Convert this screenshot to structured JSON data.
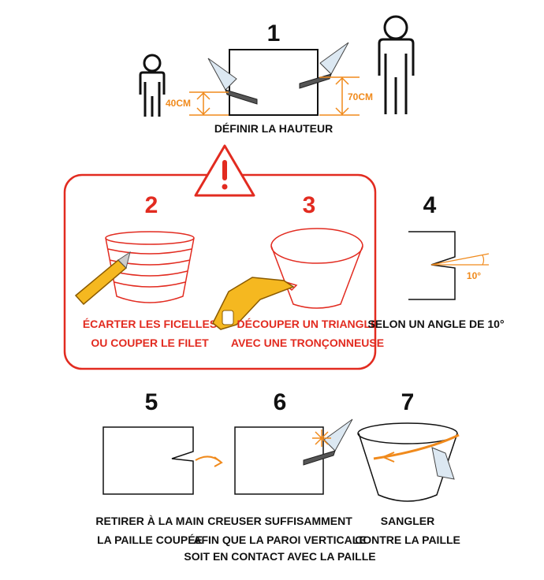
{
  "steps": {
    "s1": {
      "number": "1",
      "caption": "DÉFINIR LA HAUTEUR",
      "dim_child": "40CM",
      "dim_adult": "70CM"
    },
    "s2": {
      "number": "2",
      "caption_line1": "ÉCARTER LES FICELLES",
      "caption_line2": "OU COUPER LE FILET"
    },
    "s3": {
      "number": "3",
      "caption_line1": "DÉCOUPER UN TRIANGLE",
      "caption_line2": "AVEC UNE TRONÇONNEUSE"
    },
    "s4": {
      "number": "4",
      "caption": "SELON UN ANGLE DE 10°",
      "angle_label": "10°"
    },
    "s5": {
      "number": "5",
      "caption_line1": "RETIRER À LA MAIN",
      "caption_line2": "LA PAILLE COUPÉE"
    },
    "s6": {
      "number": "6",
      "caption_line1": "CREUSER SUFFISAMMENT",
      "caption_line2": "AFIN QUE LA PAROI VERTICALE",
      "caption_line3": "SOIT EN CONTACT AVEC LA PAILLE"
    },
    "s7": {
      "number": "7",
      "caption_line1": "SANGLER",
      "caption_line2": "CONTRE LA PAILLE"
    }
  },
  "colors": {
    "accent": "#f08a1c",
    "warning": "#e22b20",
    "ink": "#111111",
    "tool": "#f5b820"
  }
}
